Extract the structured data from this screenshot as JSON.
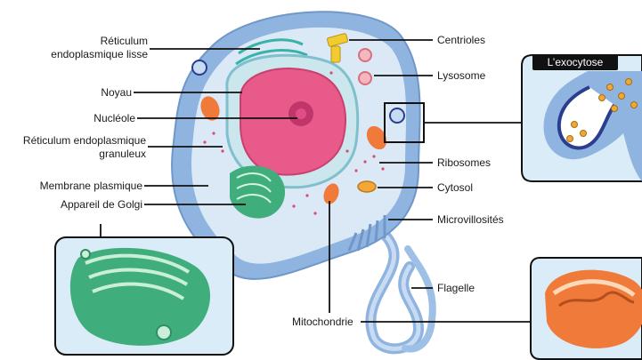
{
  "labels": {
    "reticulum_lisse_1": "Réticulum",
    "reticulum_lisse_2": "endoplasmique lisse",
    "noyau": "Noyau",
    "nucleole": "Nucléole",
    "reticulum_granuleux_1": "Réticulum endoplasmique",
    "reticulum_granuleux_2": "granuleux",
    "membrane": "Membrane plasmique",
    "golgi": "Appareil de Golgi",
    "centrioles": "Centrioles",
    "lysosome": "Lysosome",
    "ribosomes": "Ribosomes",
    "cytosol": "Cytosol",
    "microvillosites": "Microvillosités",
    "flagelle": "Flagelle",
    "mitochondrie": "Mitochondrie"
  },
  "insets": {
    "exocytose_title": "L’exocytose"
  },
  "colors": {
    "cell_outer": "#8fb4e0",
    "cytoplasm": "#dbe9f7",
    "nucleus": "#e85a8a",
    "golgi": "#3fae7c",
    "mitochondria": "#ef7a3a",
    "line": "#111111"
  }
}
